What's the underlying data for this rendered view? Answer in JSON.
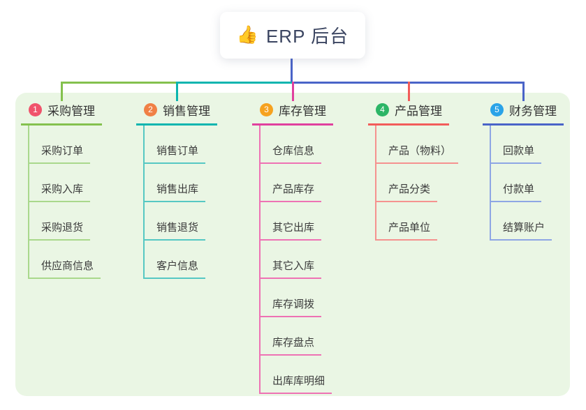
{
  "root": {
    "icon": "👍",
    "label": "ERP 后台"
  },
  "canvas": {
    "background": "#ffffff",
    "panel_background": "#eaf6e4"
  },
  "connectors": {
    "stem_color": "#4a64c8"
  },
  "branches": [
    {
      "number": "1",
      "title": "采购管理",
      "badge_color": "#f0536b",
      "line_color": "#84c14e",
      "child_line_color": "#a9d88c",
      "children": [
        "采购订单",
        "采购入库",
        "采购退货",
        "供应商信息"
      ]
    },
    {
      "number": "2",
      "title": "销售管理",
      "badge_color": "#f08045",
      "line_color": "#0cb5af",
      "child_line_color": "#56c8c3",
      "children": [
        "销售订单",
        "销售出库",
        "销售退货",
        "客户信息"
      ]
    },
    {
      "number": "3",
      "title": "库存管理",
      "badge_color": "#f6a21f",
      "line_color": "#e0409e",
      "child_line_color": "#ee72b4",
      "children": [
        "仓库信息",
        "产品库存",
        "其它出库",
        "其它入库",
        "库存调拨",
        "库存盘点",
        "出库库明细"
      ]
    },
    {
      "number": "4",
      "title": "产品管理",
      "badge_color": "#2cb566",
      "line_color": "#f25c5a",
      "child_line_color": "#f5928f",
      "children": [
        "产品（物料）",
        "产品分类",
        "产品单位"
      ]
    },
    {
      "number": "5",
      "title": "财务管理",
      "badge_color": "#2aa3e8",
      "line_color": "#4a64c8",
      "child_line_color": "#8ea6e4",
      "children": [
        "回款单",
        "付款单",
        "结算账户"
      ]
    }
  ]
}
